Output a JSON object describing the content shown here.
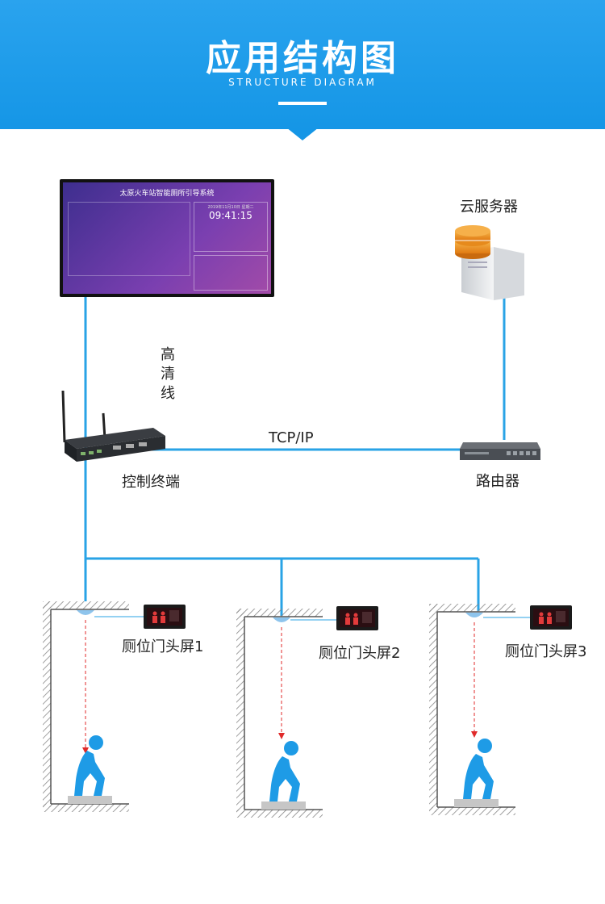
{
  "header": {
    "title": "应用结构图",
    "subtitle": "STRUCTURE DIAGRAM"
  },
  "screen": {
    "title": "太原火车站智能厕所引导系统",
    "date": "2019年11月10日 星期二",
    "time": "09:41:15"
  },
  "nodes": {
    "cloud_server": "云服务器",
    "control_terminal": "控制终端",
    "router": "路由器"
  },
  "links": {
    "hdmi": [
      "高",
      "清",
      "线"
    ],
    "tcpip": "TCP/IP"
  },
  "stalls": [
    {
      "label": "厕位门头屏1"
    },
    {
      "label": "厕位门头屏2"
    },
    {
      "label": "厕位门头屏3"
    }
  ],
  "colors": {
    "header": "#1596e6",
    "line": "#29a3e6",
    "figure": "#1e9be6",
    "sensor_dash": "#e02a2a"
  }
}
